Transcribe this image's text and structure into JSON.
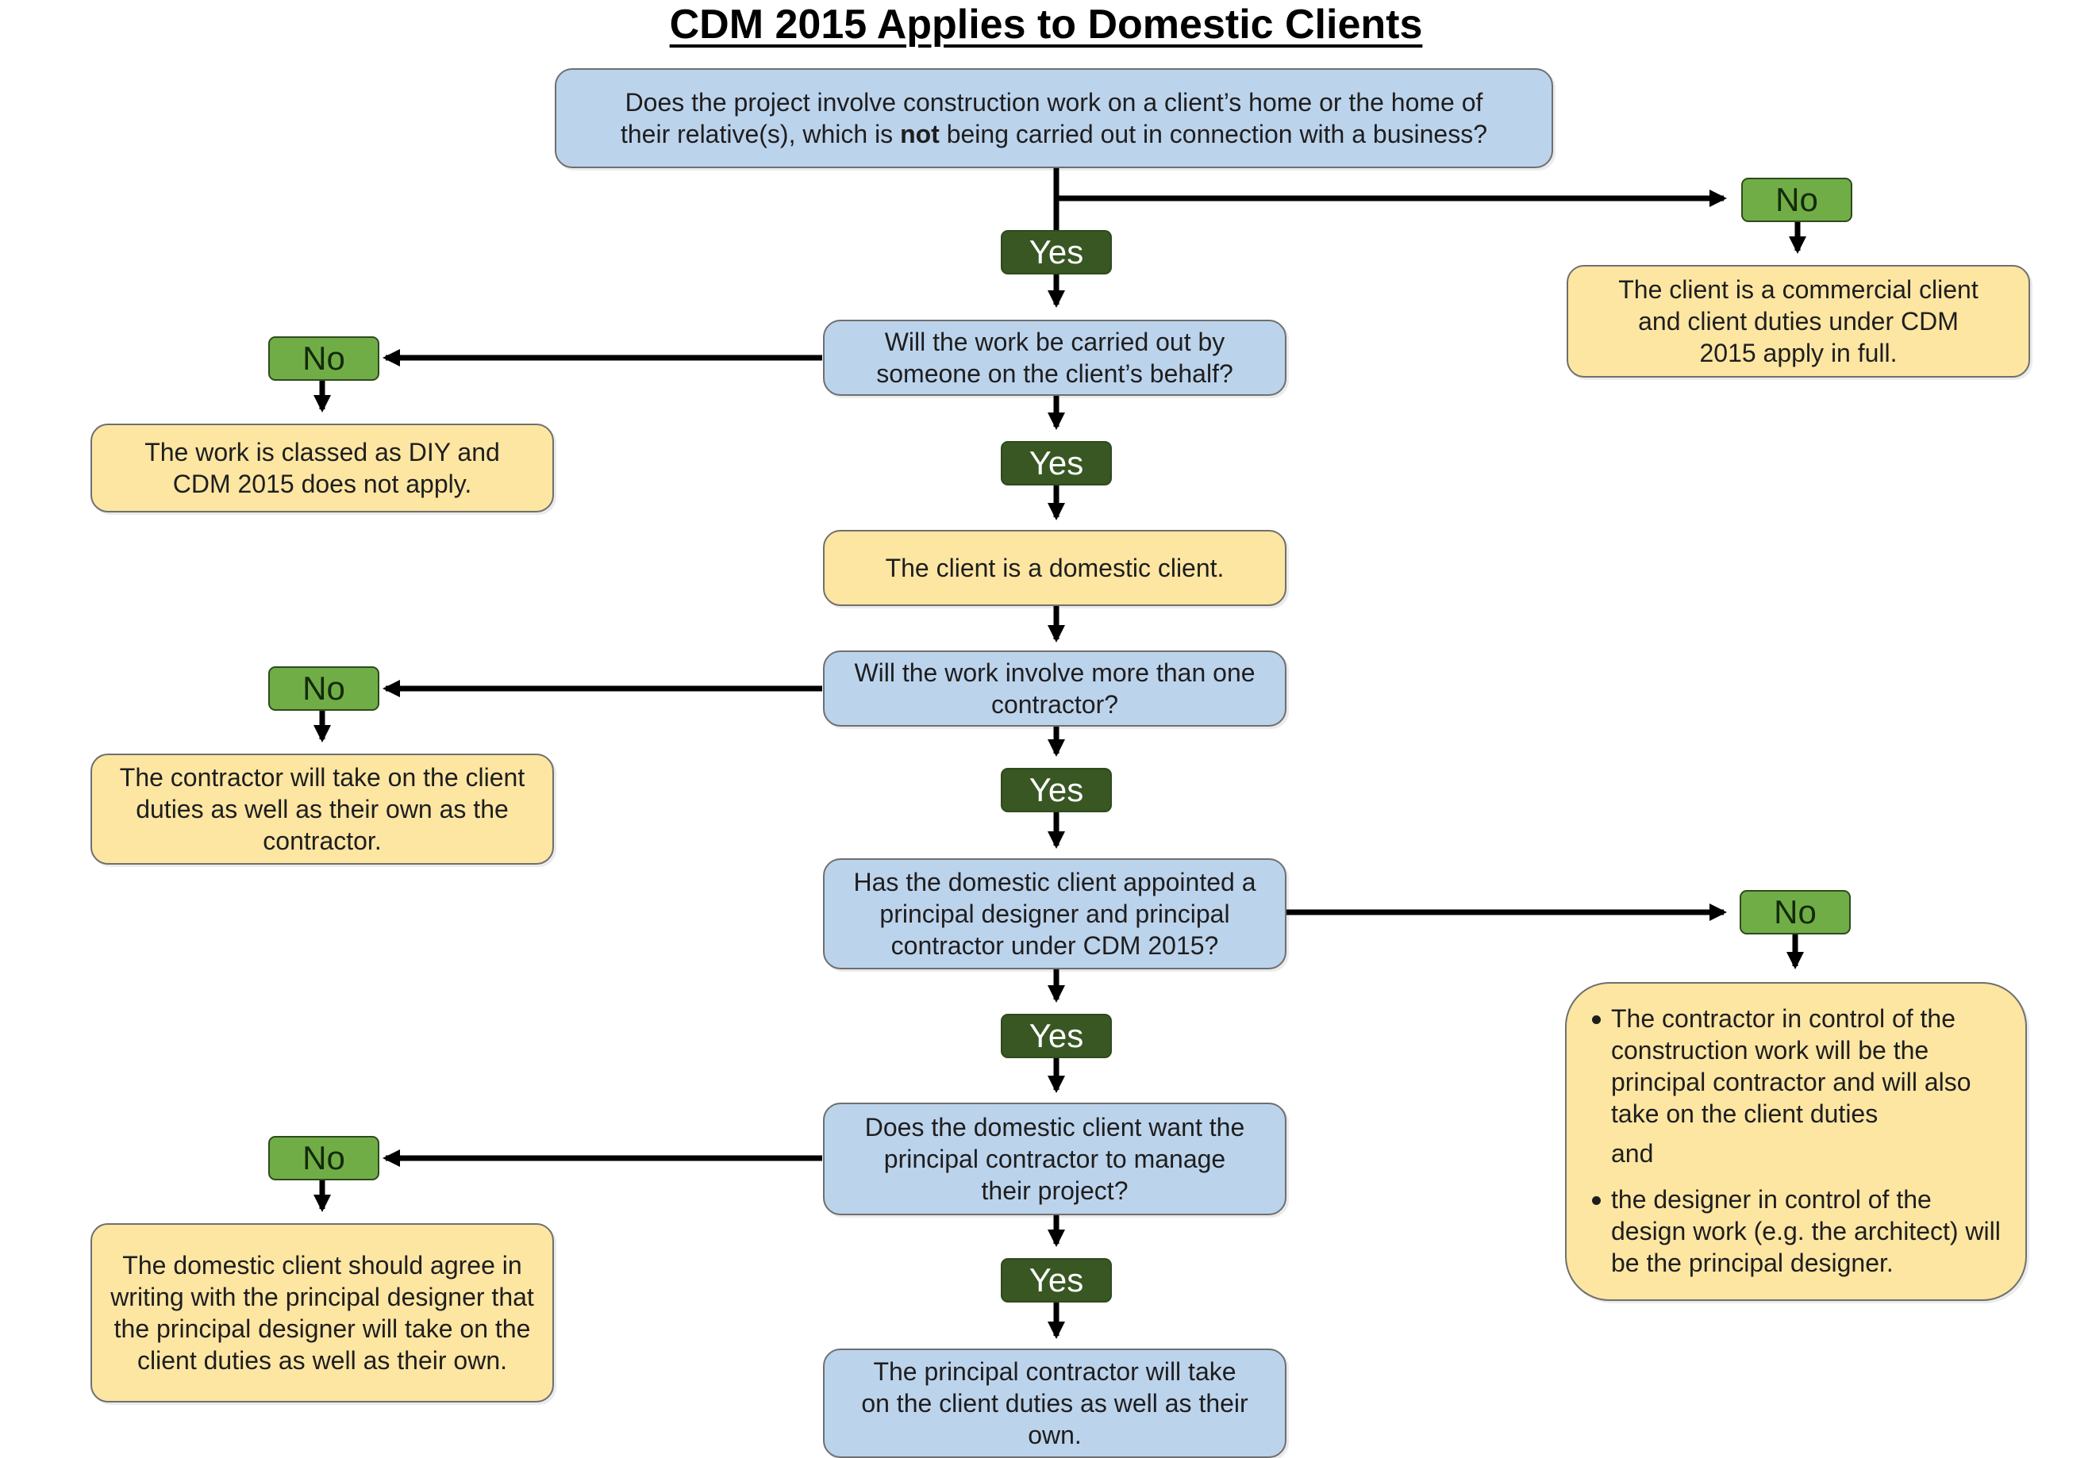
{
  "title": "CDM 2015 Applies to Domestic Clients",
  "colors": {
    "question_fill": "#bcd3ec",
    "outcome_fill": "#fde6a2",
    "yes_badge": "#385723",
    "no_badge": "#70ad47",
    "connector": "#000000"
  },
  "labels": {
    "yes": "Yes",
    "no": "No"
  },
  "q1": {
    "line1": "Does the project involve construction work on a client’s home or the home of",
    "line2_pre": "their relative(s), which is ",
    "line2_bold": "not",
    "line2_post": " being carried out in connection with a business?"
  },
  "q1_no_outcome": "The client is a commercial client and client duties under CDM 2015 apply in full.",
  "q2": "Will the work be carried out by someone on the client’s behalf?",
  "q2_no_outcome": "The work is classed as DIY and CDM 2015 does not apply.",
  "q2_yes_outcome": "The client is a domestic client.",
  "q3": "Will the work involve more than one contractor?",
  "q3_no_outcome": "The contractor will take on the client duties as well as their own as the contractor.",
  "q4": "Has the domestic client appointed a principal designer and principal contractor under CDM 2015?",
  "q4_no_outcome": {
    "bullet1": "The contractor in control of the construction work will be the principal contractor and will also take on the client duties",
    "connector": "and",
    "bullet2": "the designer in control of the design work (e.g. the architect) will be the principal designer."
  },
  "q5": "Does the domestic client want the principal contractor to manage their project?",
  "q5_no_outcome": "The domestic client should agree in writing with the principal designer that the principal designer will take on the client duties as well as their own.",
  "q5_yes_outcome": "The principal contractor will take on the client duties as well as their own."
}
